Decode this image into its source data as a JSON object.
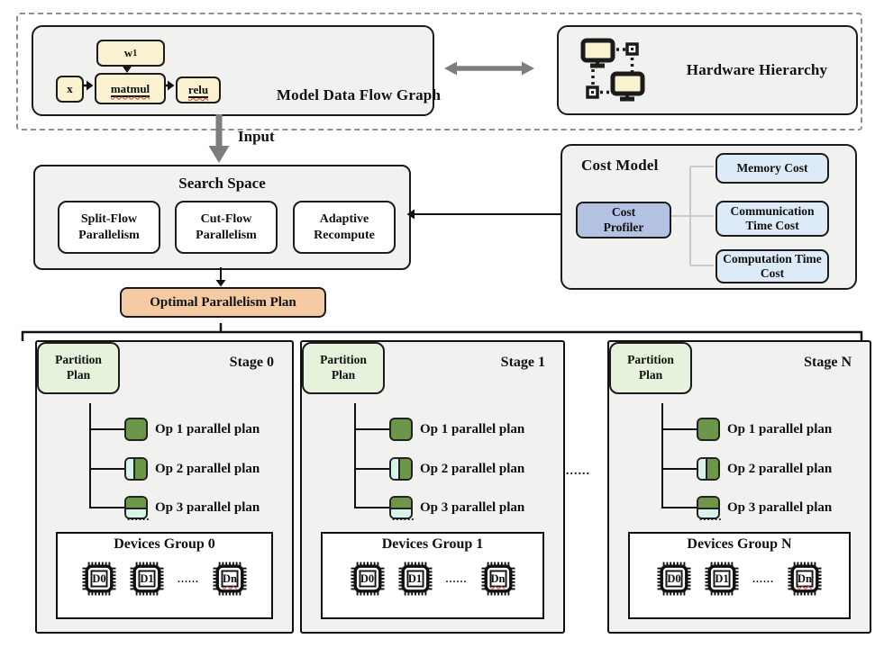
{
  "colors": {
    "box_gray": "#f1f1f0",
    "cream": "#f9f1d0",
    "profiler_blue": "#b3c1e3",
    "cost_blue": "#ddeaf7",
    "plan_orange": "#f6caa2",
    "partition_green": "#e6f2db",
    "op_green": "#6d9748",
    "op_mint": "#d8f3ea",
    "arrow_gray": "#7d7d7d",
    "connector_gray": "#c9c9c9",
    "wavy_red": "#e03a2f"
  },
  "top": {
    "dfg_title": "Model Data Flow Graph",
    "hw_title": "Hardware Hierarchy",
    "nodes": {
      "w": "w",
      "w_sub": "1",
      "x": "x",
      "matmul": "matmul",
      "relu": "relu"
    }
  },
  "input_label": "Input",
  "search_space": {
    "title": "Search Space",
    "items": [
      {
        "line1": "Split-Flow",
        "line2": "Parallelism"
      },
      {
        "line1": "Cut-Flow",
        "line2": "Parallelism"
      },
      {
        "line1": "Adaptive",
        "line2": "Recompute"
      }
    ]
  },
  "cost_model": {
    "title": "Cost Model",
    "profiler": {
      "line1": "Cost",
      "line2": "Profiler"
    },
    "outputs": [
      "Memory Cost",
      "Communication Time Cost",
      "Computation Time Cost"
    ]
  },
  "plan_label": "Optimal Parallelism Plan",
  "stage_gap_dots": "......",
  "stages": [
    {
      "label": "Stage 0",
      "partition": {
        "line1": "Partition",
        "line2": "Plan"
      },
      "ops": [
        "Op 1 parallel plan",
        "Op 2 parallel plan",
        "Op 3 parallel plan"
      ],
      "ellipsis": "......",
      "devices_title": "Devices Group 0",
      "chips": [
        "D0",
        "D1",
        "Dn"
      ],
      "chip_dots": "......"
    },
    {
      "label": "Stage 1",
      "partition": {
        "line1": "Partition",
        "line2": "Plan"
      },
      "ops": [
        "Op 1 parallel plan",
        "Op 2 parallel plan",
        "Op 3 parallel plan"
      ],
      "ellipsis": "......",
      "devices_title": "Devices Group 1",
      "chips": [
        "D0",
        "D1",
        "Dn"
      ],
      "chip_dots": "......"
    },
    {
      "label": "Stage N",
      "partition": {
        "line1": "Partition",
        "line2": "Plan"
      },
      "ops": [
        "Op 1 parallel plan",
        "Op 2 parallel plan",
        "Op 3 parallel plan"
      ],
      "ellipsis": "......",
      "devices_title": "Devices Group N",
      "chips": [
        "D0",
        "D1",
        "Dn"
      ],
      "chip_dots": "......"
    }
  ]
}
